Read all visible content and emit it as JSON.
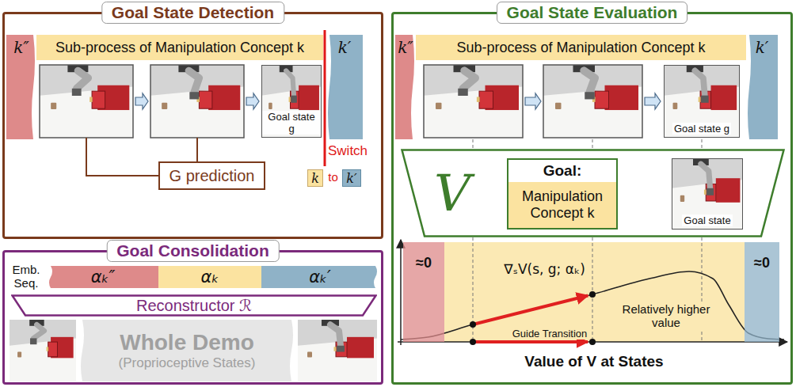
{
  "diagram": {
    "nodes": [
      {
        "text": [
          "Goal State Detection"
        ]
      },
      {
        "text": [
          "k″"
        ],
        "in": 0
      },
      {
        "text": [
          "Sub-process of Manipulation Concept k"
        ],
        "in": 0
      },
      {
        "text": [
          "k′"
        ],
        "in": 0
      },
      {
        "text": [
          "Goal state g"
        ],
        "in": 0
      },
      {
        "text": [
          "G prediction"
        ],
        "in": 0
      },
      {
        "text": [
          "k"
        ],
        "in": 0
      },
      {
        "text": [
          "k′"
        ],
        "in": 0
      },
      {
        "text": [
          "Goal Consolidation"
        ]
      },
      {
        "text": [
          "αₖ″"
        ],
        "in": 8
      },
      {
        "text": [
          "αₖ"
        ],
        "in": 8
      },
      {
        "text": [
          "αₖ′"
        ],
        "in": 8
      },
      {
        "text": [
          "Reconstructor ℛ"
        ],
        "in": 8
      },
      {
        "text": [
          "Whole Demo",
          "(Proprioceptive States)"
        ],
        "in": 8
      },
      {
        "text": [
          "Goal State Evaluation"
        ]
      },
      {
        "text": [
          "k″"
        ],
        "in": 14
      },
      {
        "text": [
          "Sub-process of Manipulation Concept k"
        ],
        "in": 14
      },
      {
        "text": [
          "k′"
        ],
        "in": 14
      },
      {
        "text": [
          "Goal state g"
        ],
        "in": 14
      },
      {
        "text": [
          "V"
        ],
        "in": 14
      },
      {
        "text": [
          "Goal:",
          "Manipulation Concept k"
        ],
        "in": 19
      },
      {
        "text": [
          "Goal state"
        ],
        "in": 19
      },
      {
        "text": [
          "≈0"
        ],
        "in": 14
      },
      {
        "text": [
          "≈0"
        ],
        "in": 14
      }
    ],
    "labels": [
      "Switch",
      "to",
      "Emb. Seq.",
      "∇ₛV(s, g; αₖ)",
      "Relatively higher value",
      "Guide Transition",
      "Value of V at States"
    ]
  }
}
